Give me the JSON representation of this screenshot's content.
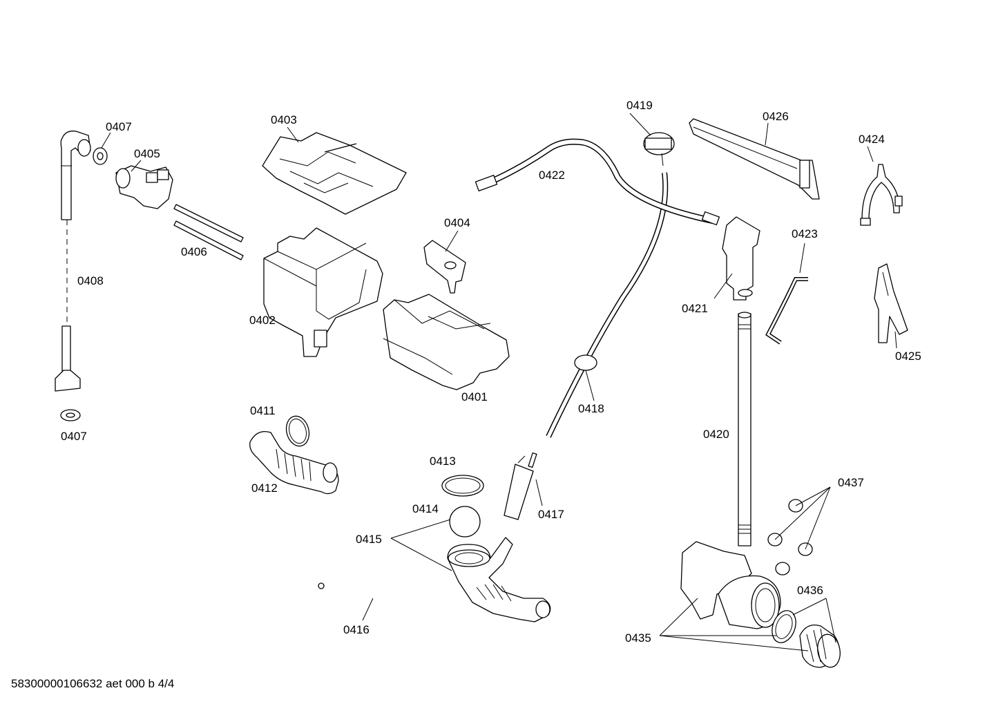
{
  "labels": {
    "p0401": "0401",
    "p0402": "0402",
    "p0403": "0403",
    "p0404": "0404",
    "p0405": "0405",
    "p0406": "0406",
    "p0407a": "0407",
    "p0407b": "0407",
    "p0408": "0408",
    "p0411": "0411",
    "p0412": "0412",
    "p0413": "0413",
    "p0414": "0414",
    "p0415": "0415",
    "p0416": "0416",
    "p0417": "0417",
    "p0418": "0418",
    "p0419": "0419",
    "p0420": "0420",
    "p0421": "0421",
    "p0422": "0422",
    "p0423": "0423",
    "p0424": "0424",
    "p0425": "0425",
    "p0426": "0426",
    "p0435": "0435",
    "p0436": "0436",
    "p0437": "0437"
  },
  "footer": "58300000106632 aet 000 b 4/4"
}
